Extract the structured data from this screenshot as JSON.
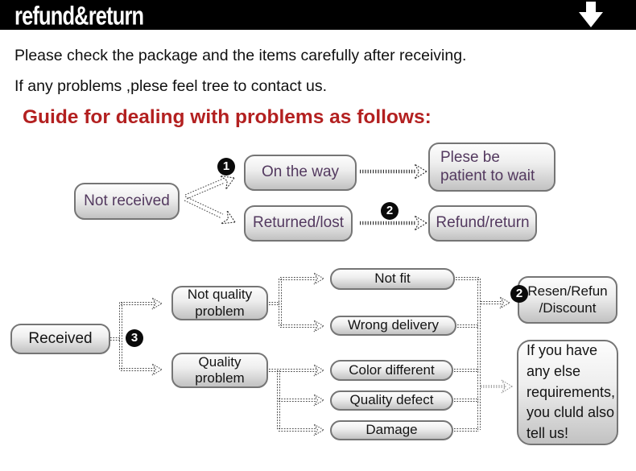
{
  "banner": {
    "title": "refund&return",
    "arrow_icon": "down-arrow"
  },
  "intro": {
    "line1": "Please check the package and the items carefully after receiving.",
    "line2": "If any problems ,plese feel tree to contact us."
  },
  "guide_heading": "Guide for dealing with problems as follows:",
  "colors": {
    "banner_bg": "#000000",
    "heading_red": "#b32020",
    "flow1_text_purple": "#53395f",
    "flow2_text_black": "#141414",
    "node_border": "#757575",
    "badge_bg": "#0a0a0a"
  },
  "flow1": {
    "nodes": {
      "not_received": {
        "label": "Not received"
      },
      "on_the_way": {
        "label": "On the way"
      },
      "returned_lost": {
        "label": "Returned/lost"
      },
      "patient_wait": {
        "lines": [
          "Plese be",
          "patient to wait"
        ]
      },
      "refund_return": {
        "label": "Refund/return"
      }
    },
    "badges": {
      "step1": "1",
      "step2": "2"
    }
  },
  "flow2": {
    "nodes": {
      "received": {
        "label": "Received"
      },
      "not_quality": {
        "lines": [
          "Not quality",
          "problem"
        ]
      },
      "quality_problem": {
        "lines": [
          "Quality",
          "problem"
        ]
      },
      "not_fit": {
        "label": "Not fit"
      },
      "wrong_delivery": {
        "label": "Wrong delivery"
      },
      "color_different": {
        "label": "Color different"
      },
      "quality_defect": {
        "label": "Quality defect"
      },
      "damage": {
        "label": "Damage"
      },
      "resen_refun": {
        "lines": [
          "Resen/Refun",
          "/Discount"
        ]
      },
      "any_else": {
        "lines": [
          "If you have",
          "any else",
          "requirements,",
          "you cluld also",
          "tell us!"
        ]
      }
    },
    "badges": {
      "step2": "2",
      "step3": "3"
    }
  }
}
